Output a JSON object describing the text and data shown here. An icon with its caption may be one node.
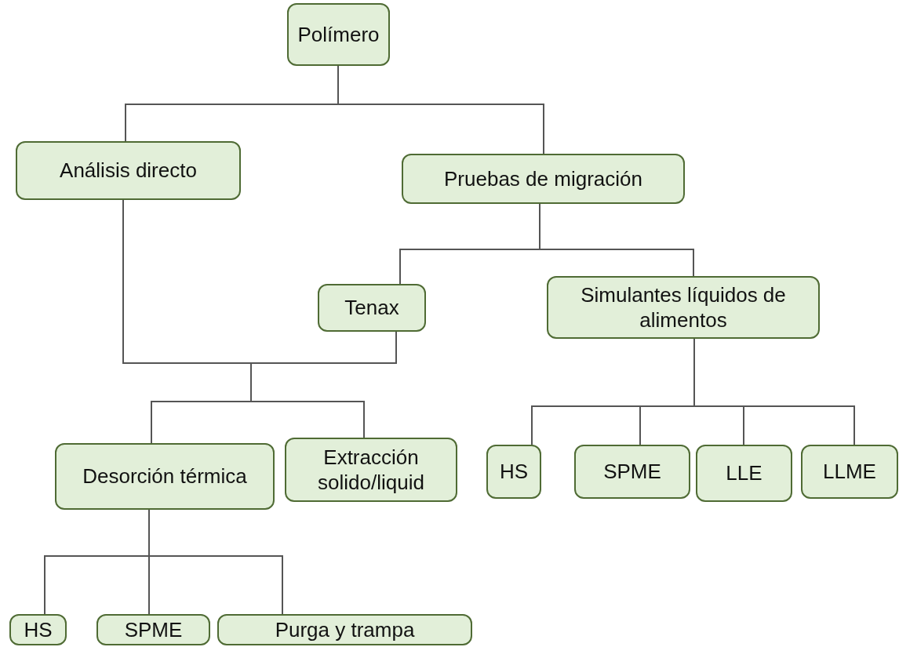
{
  "diagram": {
    "nodes": [
      {
        "text": [
          "Polímero"
        ]
      },
      {
        "text": [
          "Análisis directo"
        ]
      },
      {
        "text": [
          "Pruebas de migración"
        ]
      },
      {
        "text": [
          "Tenax"
        ]
      },
      {
        "text": [
          "Simulantes líquidos de alimentos"
        ]
      },
      {
        "text": [
          "Desorción térmica"
        ]
      },
      {
        "text": [
          "Extracción solido/liquid"
        ]
      },
      {
        "text": [
          "HS"
        ]
      },
      {
        "text": [
          "SPME"
        ]
      },
      {
        "text": [
          "Purga y trampa"
        ]
      },
      {
        "text": [
          "HS"
        ]
      },
      {
        "text": [
          "SPME"
        ]
      },
      {
        "text": [
          "LLE"
        ]
      },
      {
        "text": [
          "LLME"
        ]
      }
    ],
    "edges": [
      {
        "from": 0,
        "to": 1,
        "arrow": "none"
      },
      {
        "from": 0,
        "to": 2,
        "arrow": "none"
      },
      {
        "from": 2,
        "to": 3,
        "arrow": "none"
      },
      {
        "from": 2,
        "to": 4,
        "arrow": "none"
      },
      {
        "from": 1,
        "to": 5,
        "arrow": "none"
      },
      {
        "from": 1,
        "to": 6,
        "arrow": "none"
      },
      {
        "from": 3,
        "to": 5,
        "arrow": "none"
      },
      {
        "from": 3,
        "to": 6,
        "arrow": "none"
      },
      {
        "from": 5,
        "to": 7,
        "arrow": "none"
      },
      {
        "from": 5,
        "to": 8,
        "arrow": "none"
      },
      {
        "from": 5,
        "to": 9,
        "arrow": "none"
      },
      {
        "from": 4,
        "to": 10,
        "arrow": "none"
      },
      {
        "from": 4,
        "to": 11,
        "arrow": "none"
      },
      {
        "from": 4,
        "to": 12,
        "arrow": "none"
      },
      {
        "from": 4,
        "to": 13,
        "arrow": "none"
      }
    ]
  }
}
